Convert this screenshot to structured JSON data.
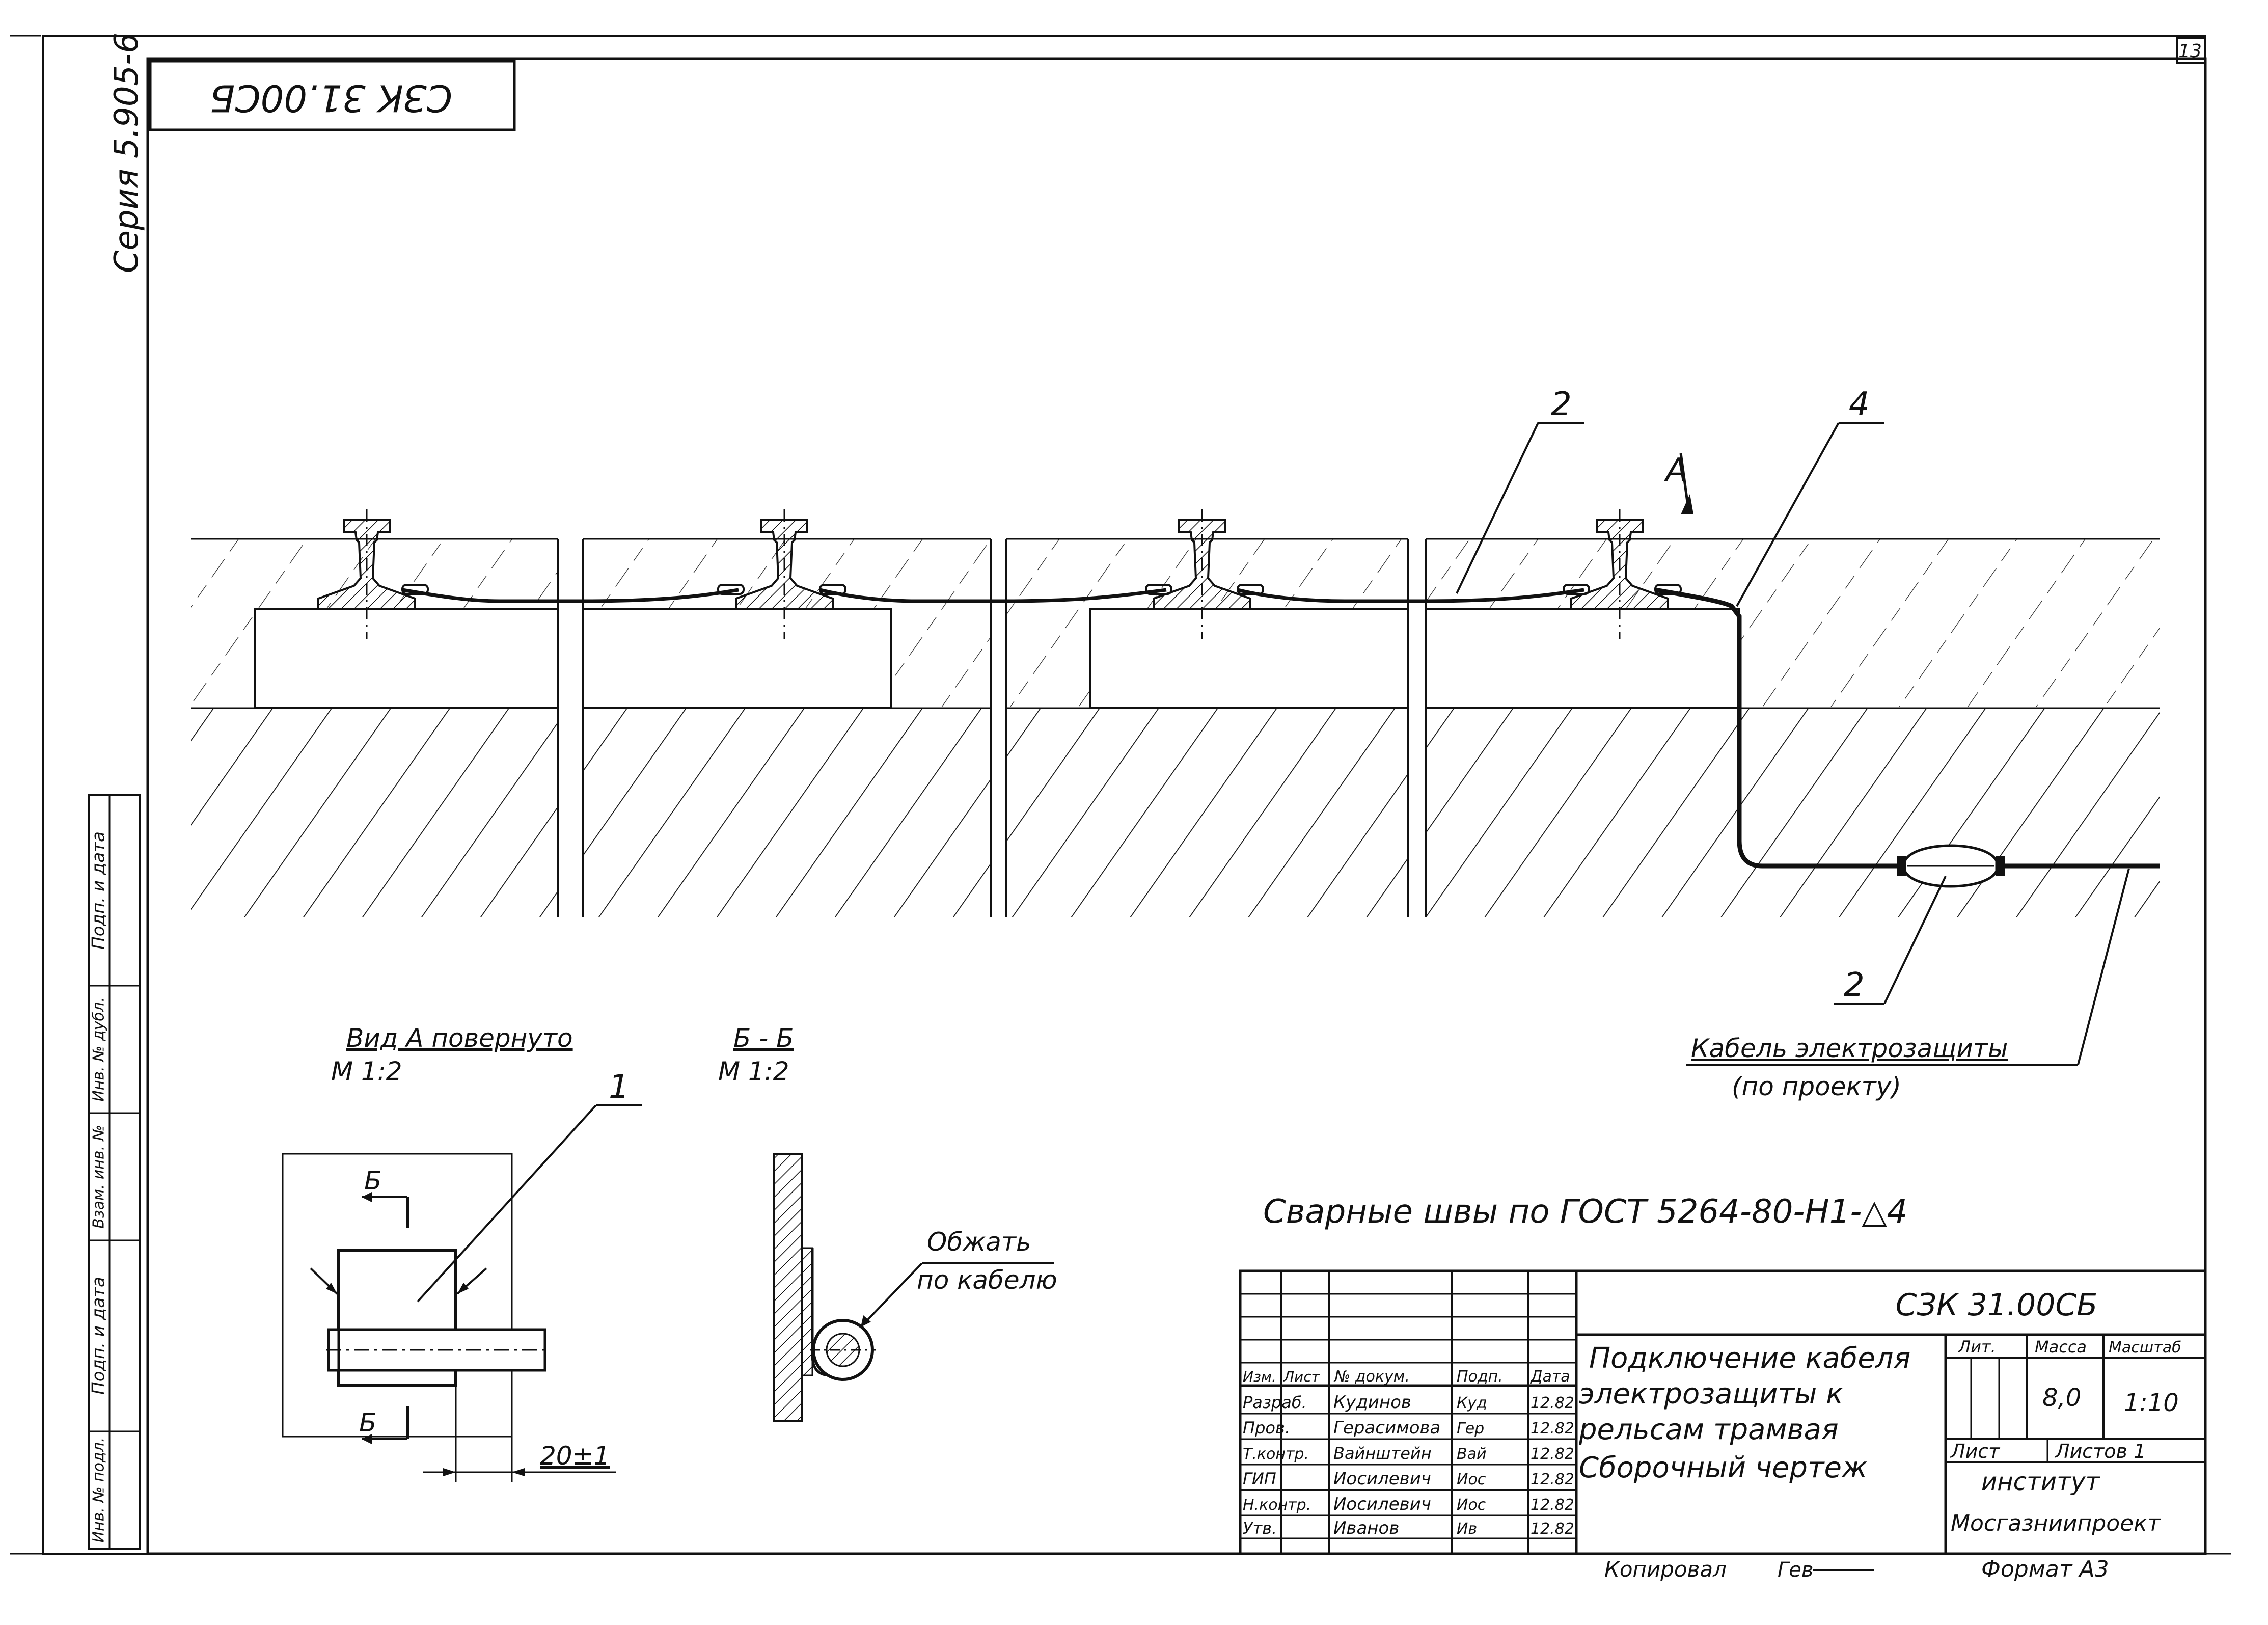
{
  "sheet": {
    "page_number": "13",
    "series": "Серия 5.905-6",
    "doc_code_rotated": "СЗК 31.00СБ",
    "side_stamp_labels": [
      "Подп. и дата",
      "Инв. № дубл.",
      "Взам. инв. №",
      "Подп. и дата",
      "Инв. № подл."
    ]
  },
  "drawing": {
    "leader_labels": {
      "item2_top": "2",
      "item4": "4",
      "view_arrow": "A",
      "item2_bottom": "2",
      "item1": "1"
    },
    "cable_note_line1": "Кабель электрозащиты",
    "cable_note_line2": "(по проекту)",
    "view_a_title": "Вид А повернуто",
    "view_a_scale": "М 1:2",
    "section_title": "Б - Б",
    "section_scale": "М 1:2",
    "section_mark_top": "Б",
    "section_mark_bottom": "Б",
    "dimension": "20±1",
    "crimp_note_line1": "Обжать",
    "crimp_note_line2": "по кабелю",
    "weld_note": "Сварные швы по ГОСТ 5264-80-Н1-△4"
  },
  "title_block": {
    "doc_code": "СЗК 31.00СБ",
    "title_lines": [
      "Подключение кабеля",
      "электрозащиты к",
      "рельсам трамвая",
      "Сборочный чертеж"
    ],
    "column_headers": [
      "Изм.",
      "Лист",
      "№ докум.",
      "Подп.",
      "Дата"
    ],
    "rows": [
      {
        "role": "Разраб.",
        "name": "Кудинов",
        "sign": "Куд",
        "date": "12.82"
      },
      {
        "role": "Пров.",
        "name": "Герасимова",
        "sign": "Гер",
        "date": "12.82"
      },
      {
        "role": "Т.контр.",
        "name": "Вайнштейн",
        "sign": "Вай",
        "date": "12.82"
      },
      {
        "role": "ГИП",
        "name": "Иосилевич",
        "sign": "Иос",
        "date": "12.82"
      },
      {
        "role": "Н.контр.",
        "name": "Иосилевич",
        "sign": "Иос",
        "date": "12.82"
      },
      {
        "role": "Утв.",
        "name": "Иванов",
        "sign": "Ив",
        "date": "12.82"
      }
    ],
    "lit_label": "Лит.",
    "mass_label": "Масса",
    "scale_label": "Масштаб",
    "mass_value": "8,0",
    "scale_value": "1:10",
    "sheet_label": "Лист",
    "sheets_label": "Листов 1",
    "org_line1": "институт",
    "org_line2": "Мосгазниипроект",
    "copied_label": "Копировал",
    "copied_sign": "Гев",
    "format_label": "Формат А3"
  }
}
